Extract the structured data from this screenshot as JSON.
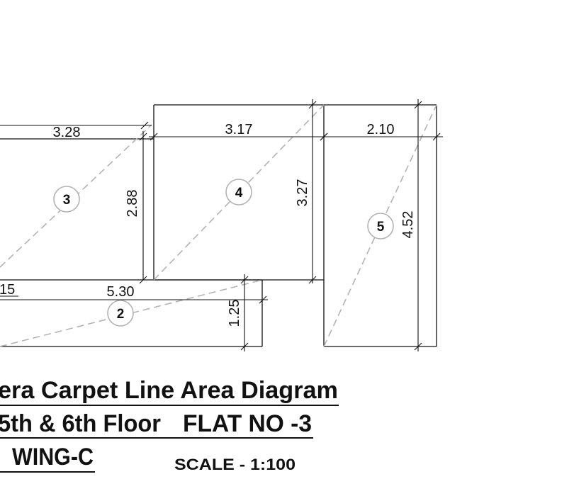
{
  "title": {
    "line1": "era Carpet Line Area Diagram",
    "line2_left": "5th & 6th Floor",
    "line2_right": "FLAT NO -3",
    "line3": "WING-C",
    "scale": "SCALE - 1:100"
  },
  "rooms": [
    {
      "number": "2",
      "dimensions": [
        "5.30",
        "1.25"
      ],
      "partial_label": "15"
    },
    {
      "number": "3",
      "dimensions": [
        "3.28",
        "2.88"
      ]
    },
    {
      "number": "4",
      "dimensions": [
        "3.17",
        "3.27"
      ]
    },
    {
      "number": "5",
      "dimensions": [
        "2.10",
        "4.52"
      ]
    }
  ],
  "colors": {
    "line": "#111111",
    "hatch": "#b3b3b3",
    "background": "#ffffff"
  }
}
